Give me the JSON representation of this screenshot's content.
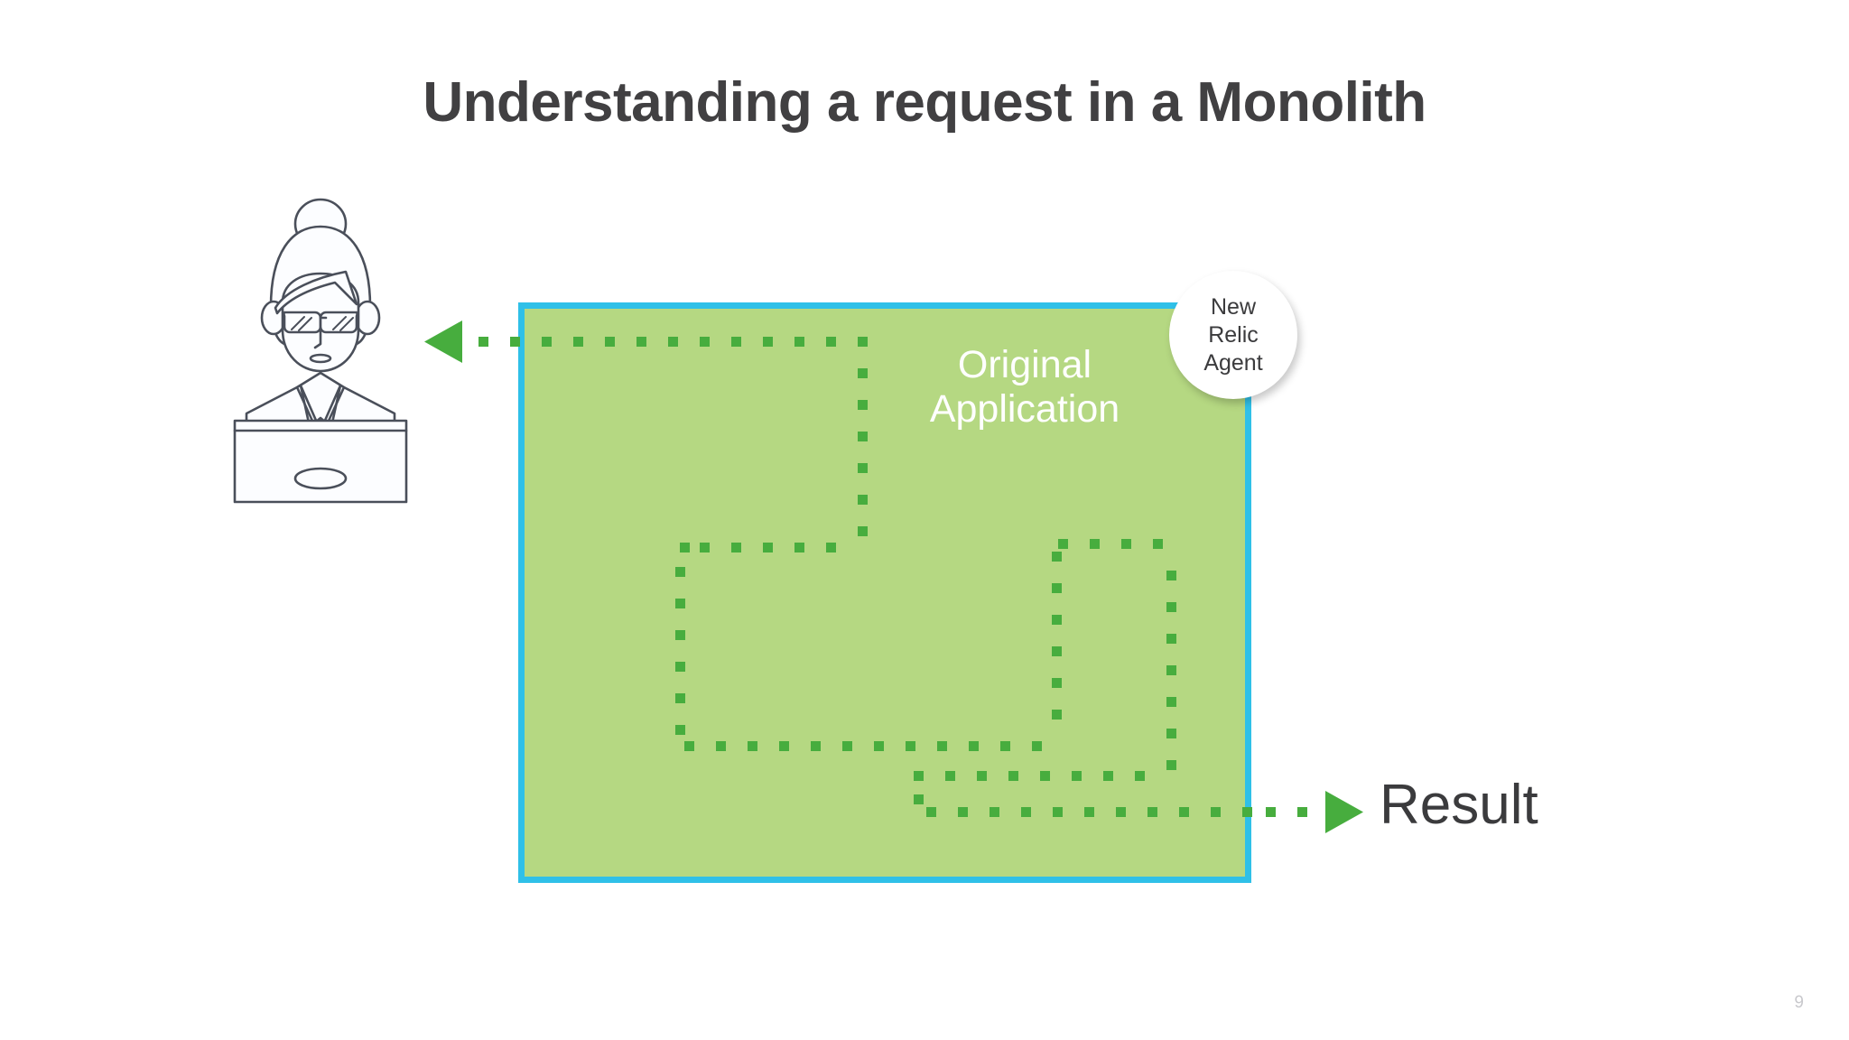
{
  "slide": {
    "title": "Understanding a request in a Monolith",
    "page_number": "9",
    "background_color": "#ffffff",
    "title_color": "#414042"
  },
  "application_box": {
    "label": "Original\nApplication",
    "fill_color": "#b5d882",
    "border_color": "#2fc0e8",
    "label_color": "#ffffff"
  },
  "agent_bubble": {
    "label": "New\nRelic\nAgent",
    "fill_color": "#ffffff",
    "text_color": "#3b3b3d"
  },
  "result": {
    "label": "Result",
    "arrow_color": "#47ad3e",
    "text_color": "#3b3b3d"
  },
  "trace": {
    "dot_color": "#47ad3e",
    "inbound_arrow_direction": "left",
    "outbound_arrow_direction": "right",
    "description": "dotted request path weaving through the monolith"
  },
  "persona": {
    "name": "user-at-laptop",
    "stroke_color": "#4a4f5a"
  }
}
